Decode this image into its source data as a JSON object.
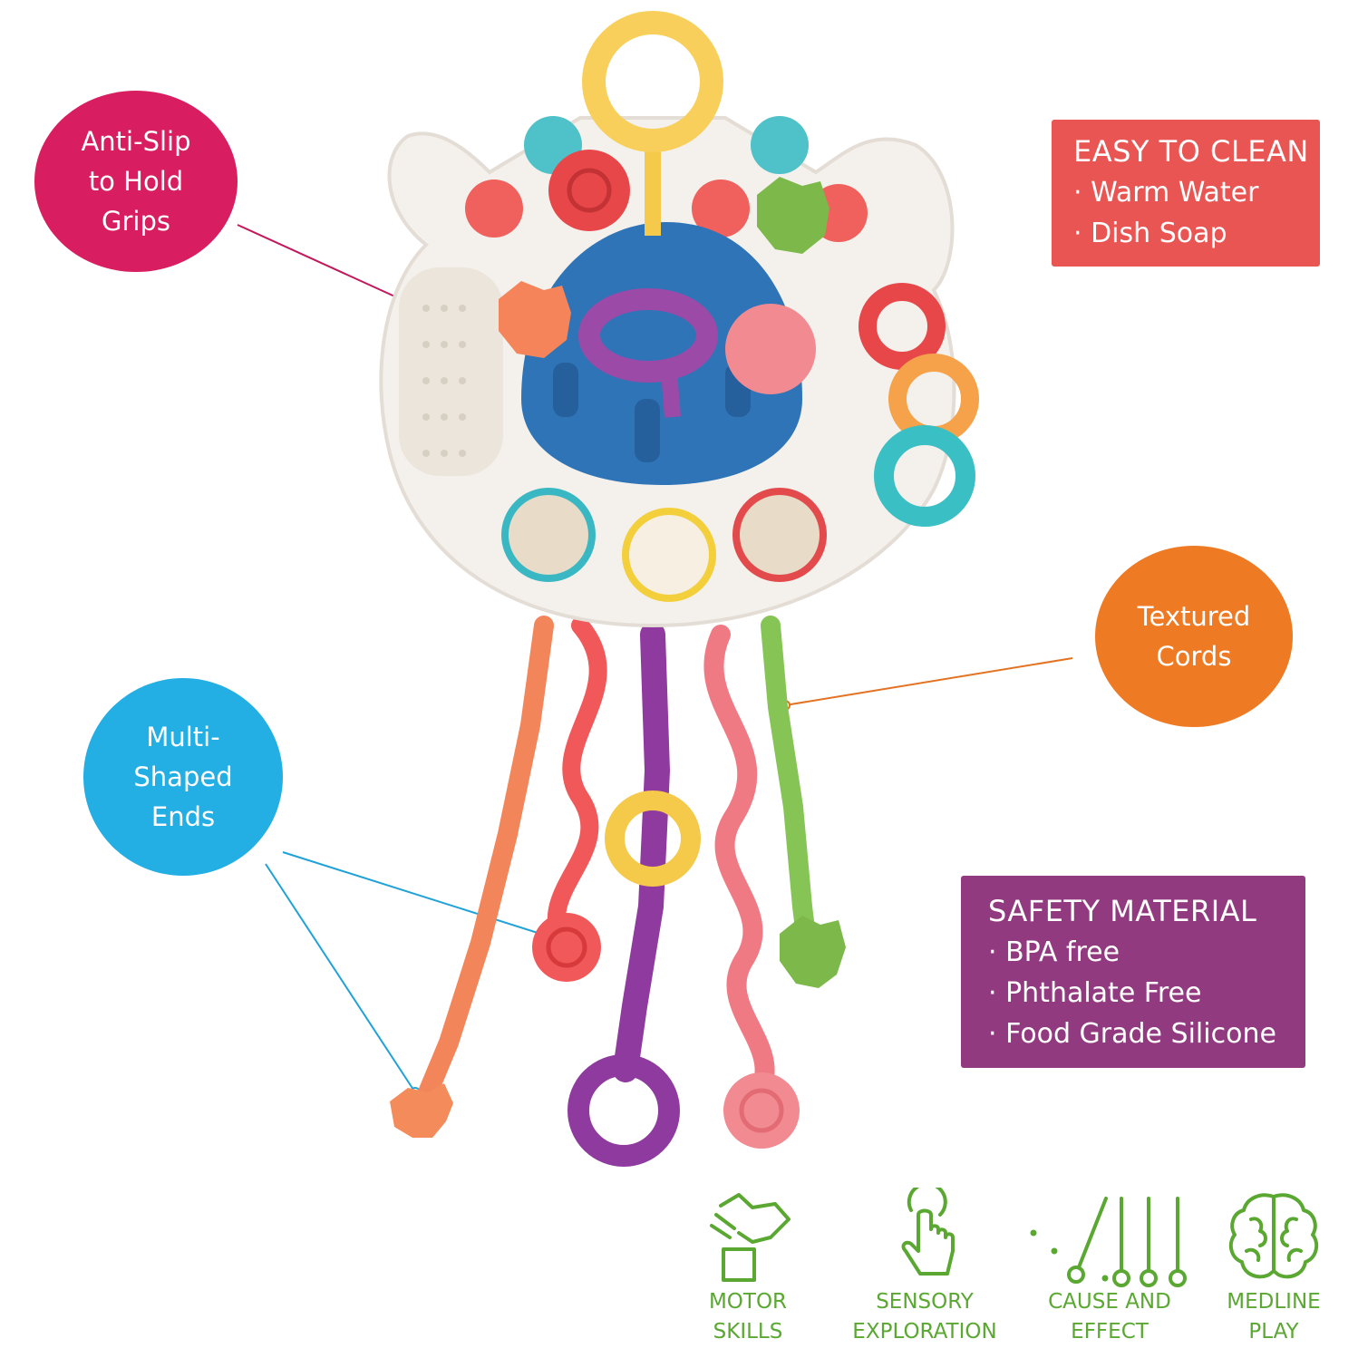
{
  "colors": {
    "pink": "#d81e60",
    "blue": "#23aee4",
    "orange": "#ef7a24",
    "red_box": "#e95553",
    "purple_box": "#923a80",
    "green": "#5aa832"
  },
  "callouts": {
    "anti_slip": [
      "Anti-Slip",
      "to Hold",
      "Grips"
    ],
    "multi_shaped": [
      "Multi-",
      "Shaped",
      "Ends"
    ],
    "textured": [
      "Textured",
      "Cords"
    ]
  },
  "easy_clean": {
    "title": "EASY TO CLEAN",
    "items": [
      "· Warm Water",
      "· Dish Soap"
    ]
  },
  "safety": {
    "title": "SAFETY MATERIAL",
    "items": [
      "· BPA free",
      "· Phthalate Free",
      "· Food Grade Silicone"
    ]
  },
  "features": [
    {
      "icon": "hand-cube-icon",
      "label": [
        "MOTOR",
        "SKILLS"
      ]
    },
    {
      "icon": "touch-hand-icon",
      "label": [
        "SENSORY",
        "EXPLORATION"
      ]
    },
    {
      "icon": "pendulum-icon",
      "label": [
        "CAUSE AND",
        "EFFECT"
      ]
    },
    {
      "icon": "brain-icon",
      "label": [
        "MEDLINE",
        "PLAY"
      ]
    }
  ]
}
